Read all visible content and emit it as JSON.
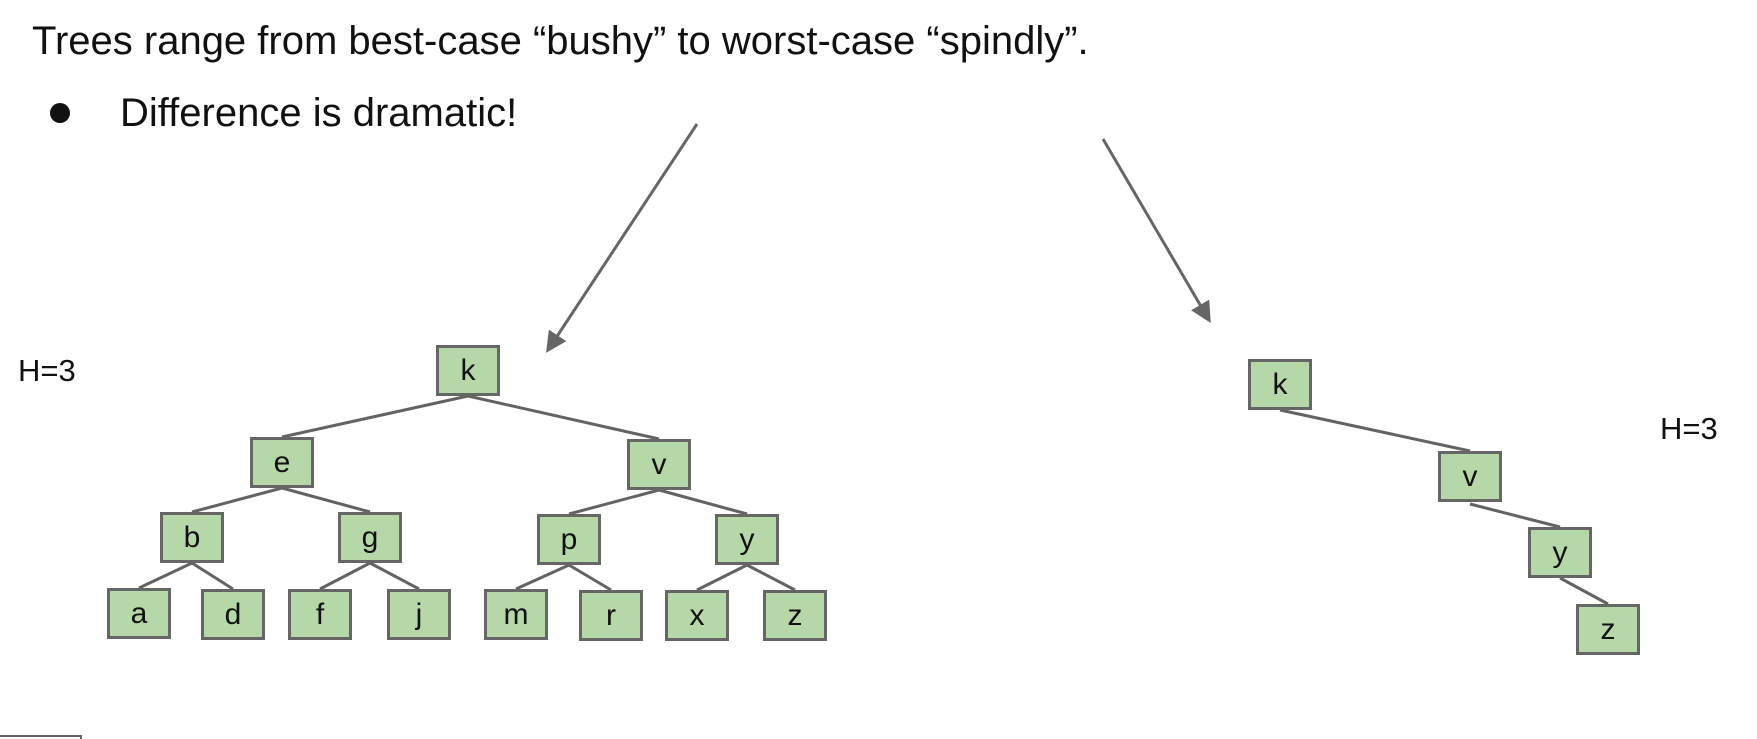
{
  "heading": "Trees range from best-case “bushy” to worst-case “spindly”.",
  "bullet": "Difference is dramatic!",
  "height_labels": {
    "bushy": "H=3",
    "spindly": "H=3"
  },
  "bushy_tree": {
    "nodes": [
      "k",
      "e",
      "v",
      "b",
      "g",
      "p",
      "y",
      "a",
      "d",
      "f",
      "j",
      "m",
      "r",
      "x",
      "z"
    ],
    "edges": [
      [
        "k",
        "e"
      ],
      [
        "k",
        "v"
      ],
      [
        "e",
        "b"
      ],
      [
        "e",
        "g"
      ],
      [
        "v",
        "p"
      ],
      [
        "v",
        "y"
      ],
      [
        "b",
        "a"
      ],
      [
        "b",
        "d"
      ],
      [
        "g",
        "f"
      ],
      [
        "g",
        "j"
      ],
      [
        "p",
        "m"
      ],
      [
        "p",
        "r"
      ],
      [
        "y",
        "x"
      ],
      [
        "y",
        "z"
      ]
    ]
  },
  "spindly_tree": {
    "nodes": [
      "k",
      "v",
      "y",
      "z"
    ],
    "edges": [
      [
        "k",
        "v"
      ],
      [
        "v",
        "y"
      ],
      [
        "y",
        "z"
      ]
    ]
  },
  "colors": {
    "node_fill": "#b6d7a8",
    "node_border": "#666666",
    "edge": "#636363",
    "arrow": "#666666"
  }
}
